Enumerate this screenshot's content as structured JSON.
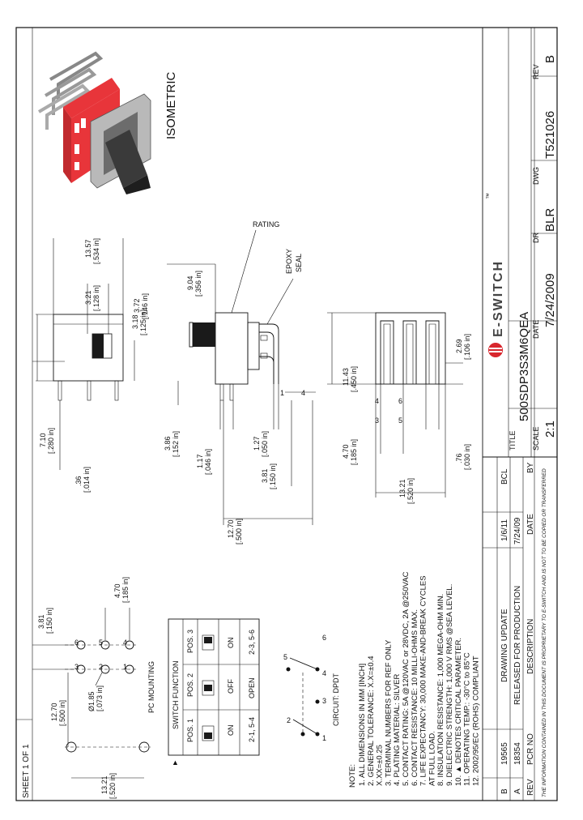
{
  "title_block": {
    "title_label": "TITLE",
    "title": "500SDP3S3M6QEA",
    "scale_label": "SCALE",
    "scale": "2:1",
    "date_label": "DATE",
    "date": "7/24/2009",
    "dr_label": "DR",
    "dr": "BLR",
    "dwg_label": "DWG",
    "dwg": "T521026",
    "rev_label": "REV",
    "rev": "B",
    "logo_text": "E-SWITCH",
    "tm": "™"
  },
  "sheet": "SHEET 1 OF 1",
  "revisions": {
    "headers": [
      "REV",
      "PCR NO",
      "DESCRIPTION",
      "DATE",
      "BY"
    ],
    "rows": [
      [
        "B",
        "19565",
        "DRAWING UPDATE",
        "1/6/11",
        "BCL"
      ],
      [
        "A",
        "18354",
        "RELEASED FOR PRODUCTION",
        "7/24/09",
        ""
      ]
    ],
    "proprietary": "THE INFORMATION CONTAINED IN THIS DOCUMENT IS PROPRIETARY TO E-SWITCH AND IS NOT TO BE COPIED OR TRANSFERRED"
  },
  "isometric_label": "ISOMETRIC",
  "labels": {
    "rating": "RATING",
    "epoxy": "EPOXY",
    "seal": "SEAL",
    "pc_mounting": "PC MOUNTING",
    "circuit": "CIRCUIT: DPDT",
    "switch_function": "SWITCH FUNCTION"
  },
  "dims": {
    "d3_18": "3.18",
    "d3_18_in": "[.125 in]",
    "d3_21": "3.21",
    "d3_21_in": "[.128 in]",
    "d13_57": "13.57",
    "d13_57_in": "[.534 in]",
    "d3_72": "3.72",
    "d3_72_in": "[.146 in]",
    "d9_04": "9.04",
    "d9_04_in": "[.356 in]",
    "d7_10": "7.10",
    "d7_10_in": "[.280 in]",
    "d36": ".36",
    "d36_in": "[.014 in]",
    "d3_86": "3.86",
    "d3_86_in": "[.152 in]",
    "d1_17": "1.17",
    "d1_17_in": "[.046 in]",
    "d1_27": "1.27",
    "d1_27_in": "[.050 in]",
    "d3_81b": "3.81",
    "d3_81b_in": "[.150 in]",
    "d12_70b": "12.70",
    "d12_70b_in": "[.500 in]",
    "d11_43": "11.43",
    "d11_43_in": "[.450 in]",
    "d2_69": "2.69",
    "d2_69_in": "[.106 in]",
    "d4_70b": "4.70",
    "d4_70b_in": "[.185 in]",
    "d13_21b": "13.21",
    "d13_21b_in": "[.520 in]",
    "d76": ".76",
    "d76_in": "[.030 in]",
    "d3_81": "3.81",
    "d3_81_in": "[.150 in]",
    "d4_70": "4.70",
    "d4_70_in": "[.185 in]",
    "d12_70": "12.70",
    "d12_70_in": "[.500 in]",
    "d1_85": "Ø1.85",
    "d1_85_in": "[.073 in]",
    "d13_21": "13.21",
    "d13_21_in": "[.520 in]"
  },
  "pin_numbers": [
    "1",
    "2",
    "3",
    "4",
    "5",
    "6"
  ],
  "switch_table": {
    "headers": [
      "POS. 1",
      "POS. 2",
      "POS. 3"
    ],
    "row1": [
      "ON",
      "OFF",
      "ON"
    ],
    "row2": [
      "2-1, 5-4",
      "OPEN",
      "2-3, 5-6"
    ]
  },
  "notes_title": "NOTE:",
  "notes": [
    "1. ALL DIMENSIONS IN MM [INCH]",
    "2. GENERAL TOLERANCE: X.X=±0.4",
    "        X.XX=±0.25",
    "3. TERMINAL NUMBERS FOR REF ONLY",
    "4. PLATING MATERIAL: SILVER",
    "5. CONTACT RATING: 5A @120VAC or 28VDC, 2A @250VAC",
    "6. CONTACT RESISTANCE: 10 MILLI-OHMS MAX.",
    "7. LIFE EXPECTANCY: 30,000 MAKE-AND-BREAK CYCLES",
    "        AT FULL LOAD.",
    "8. INSULATION RESISTANCE: 1,000 MEGA-OHM MIN.",
    "9. DIELECTRIC STRENGTH: 1,000 V RMS @SEA LEVEL.",
    "10. ▲ DENOTES CRITICAL PARAMETER.",
    "11. OPERATING TEMP.: -30°C to 85°C",
    "12. 2002/95/EC (ROHS) COMPLIANT"
  ],
  "colors": {
    "red": "#e8353a",
    "dark": "#2a2a2a",
    "logo_red": "#d8262d"
  }
}
